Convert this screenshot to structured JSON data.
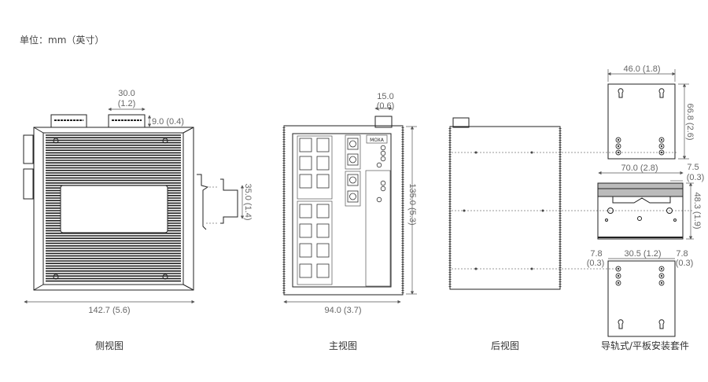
{
  "header": {
    "unit_label": "单位：mm（英寸）"
  },
  "side_view": {
    "caption": "侧视图",
    "width": "142.7 (5.6)",
    "conn_width_mm": "30.0",
    "conn_width_in": "(1.2)",
    "conn_height": "9.0 (0.4)",
    "rail_height": "35.0 (1.4)"
  },
  "front_view": {
    "caption": "主视图",
    "width": "94.0 (3.7)",
    "height": "135.0 (5.3)",
    "conn_width_mm": "15.0",
    "conn_width_in": "(0.6)",
    "brand": "MOXA"
  },
  "rear_view": {
    "caption": "后视图"
  },
  "mount_kit": {
    "caption": "导轨式/平板安装套件",
    "plate_width": "46.0 (1.8)",
    "plate_height": "66.8 (2.6)",
    "rail_width": "70.0 (2.8)",
    "rail_offset_mm": "7.5",
    "rail_offset_in": "(0.3)",
    "rail_height": "48.3 (1.9)",
    "margin_mm": "7.8",
    "margin_in": "(0.3)",
    "hole_spacing": "30.5 (1.2)"
  }
}
